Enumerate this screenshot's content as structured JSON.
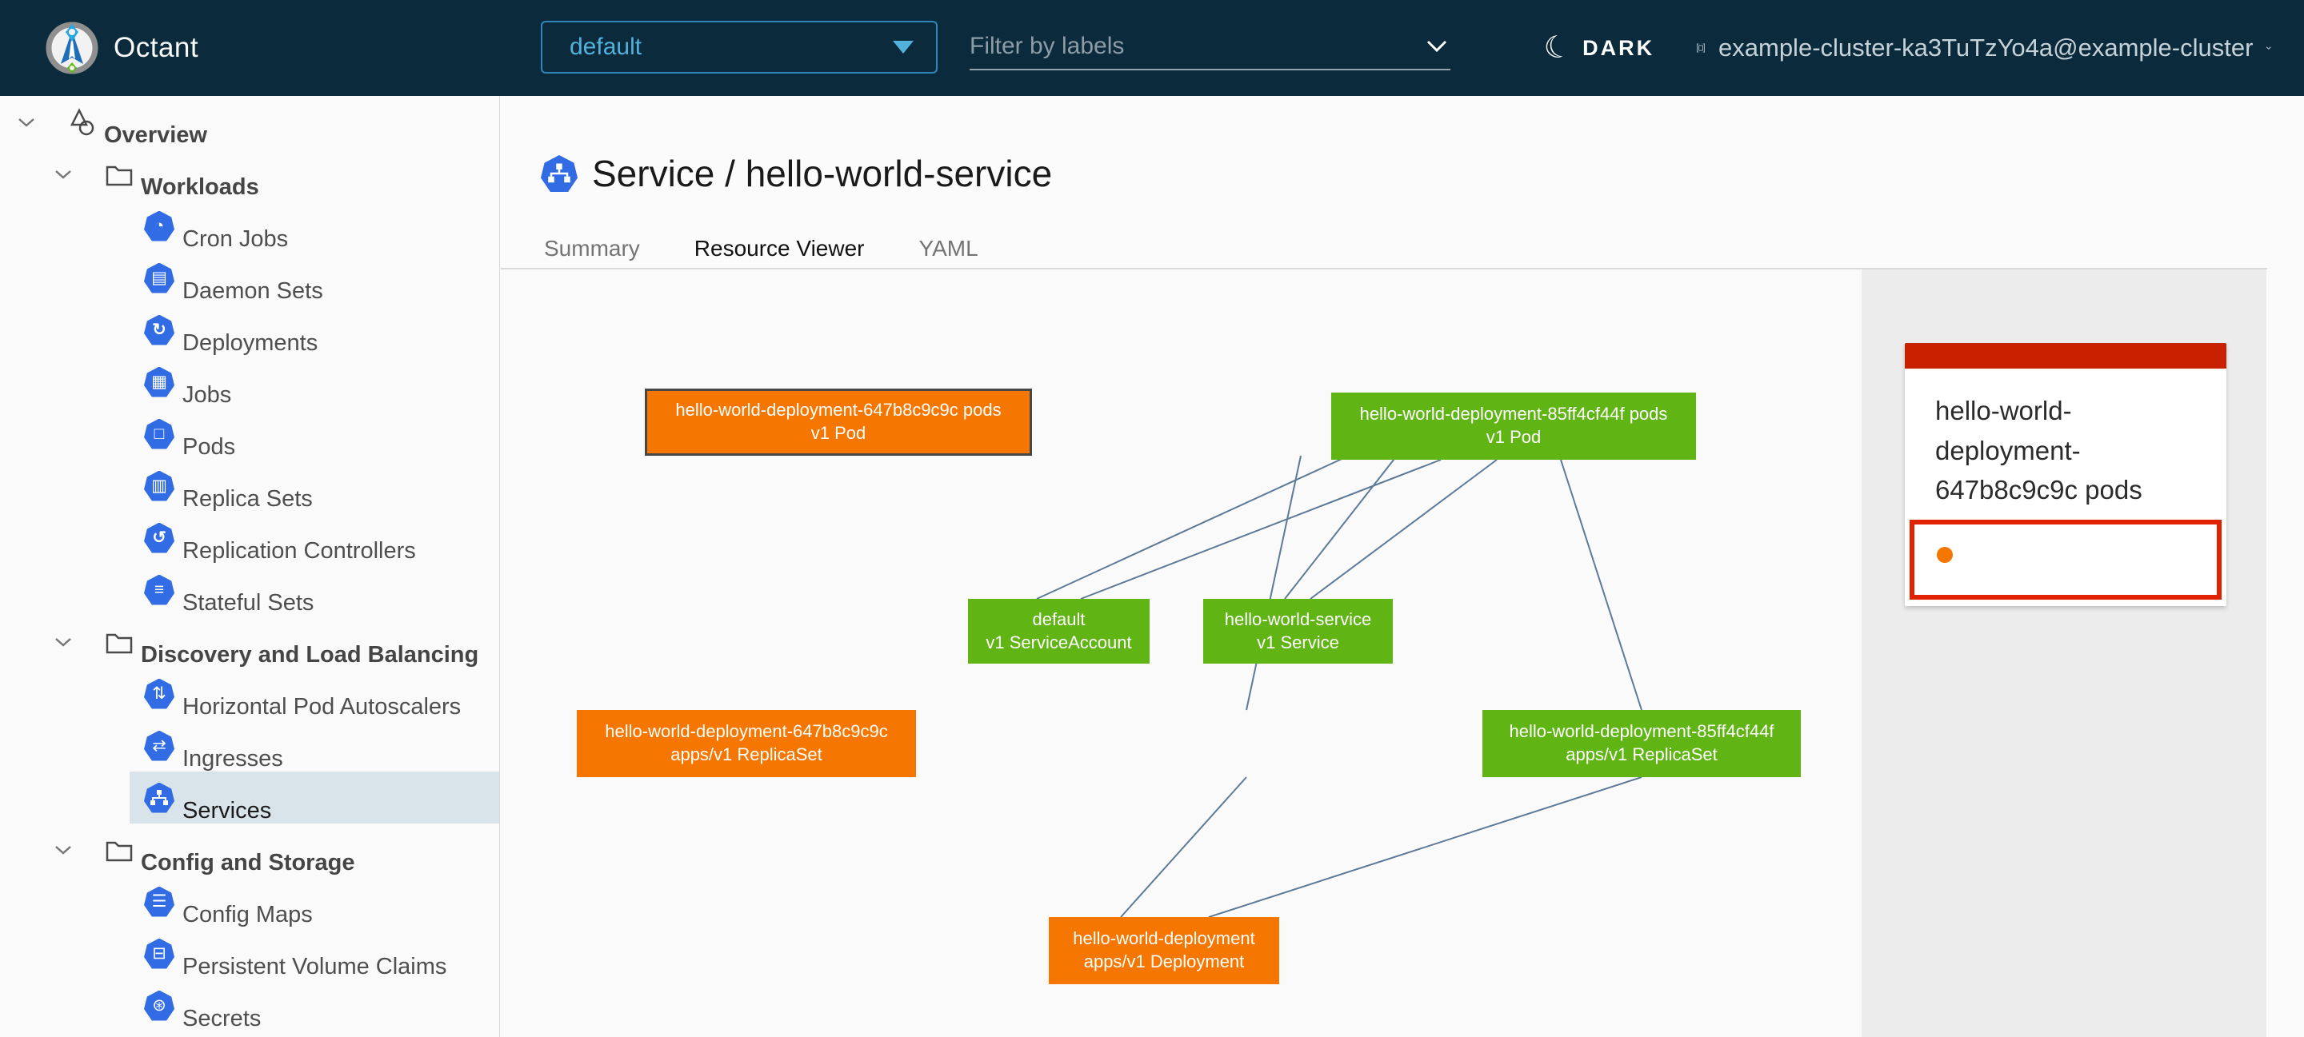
{
  "colors": {
    "header_bg": "#0b2b3c",
    "accent_blue": "#52b1dd",
    "k8s_icon_blue": "#326ce5",
    "tab_active_underline": "#2d85c4",
    "sidebar_selected_bg": "#d8e3ea",
    "node_orange": "#f57600",
    "node_green": "#60b515",
    "edge_color": "#5d7a99",
    "panel_bg": "#ececec",
    "card_accent_red": "#c92100",
    "highlight_border_red": "#e12200",
    "status_dot_orange": "#f57600"
  },
  "header": {
    "app_title": "Octant",
    "namespace_value": "default",
    "filter_placeholder": "Filter by labels",
    "theme_toggle_label": "DARK",
    "context_label": "example-cluster-ka3TuTzYo4a@example-cluster"
  },
  "sidebar": {
    "items": [
      {
        "label": "Overview",
        "icon": "objects-icon",
        "level": 0
      },
      {
        "label": "Workloads",
        "icon": "folder-icon",
        "level": 1
      },
      {
        "label": "Cron Jobs",
        "icon": "cronjob-icon",
        "level": 2
      },
      {
        "label": "Daemon Sets",
        "icon": "daemonset-icon",
        "level": 2
      },
      {
        "label": "Deployments",
        "icon": "deployment-icon",
        "level": 2
      },
      {
        "label": "Jobs",
        "icon": "job-icon",
        "level": 2
      },
      {
        "label": "Pods",
        "icon": "pod-icon",
        "level": 2
      },
      {
        "label": "Replica Sets",
        "icon": "replicaset-icon",
        "level": 2
      },
      {
        "label": "Replication Controllers",
        "icon": "replicationcontroller-icon",
        "level": 2
      },
      {
        "label": "Stateful Sets",
        "icon": "statefulset-icon",
        "level": 2
      },
      {
        "label": "Discovery and Load Balancing",
        "icon": "folder-icon",
        "level": 1
      },
      {
        "label": "Horizontal Pod Autoscalers",
        "icon": "hpa-icon",
        "level": 2
      },
      {
        "label": "Ingresses",
        "icon": "ingress-icon",
        "level": 2
      },
      {
        "label": "Services",
        "icon": "service-icon",
        "level": 2,
        "selected": true
      },
      {
        "label": "Config and Storage",
        "icon": "folder-icon",
        "level": 1
      },
      {
        "label": "Config Maps",
        "icon": "configmap-icon",
        "level": 2
      },
      {
        "label": "Persistent Volume Claims",
        "icon": "pvc-icon",
        "level": 2
      },
      {
        "label": "Secrets",
        "icon": "secret-icon",
        "level": 2
      }
    ]
  },
  "page": {
    "title": "Service / hello-world-service",
    "tabs": [
      {
        "label": "Summary",
        "active": false
      },
      {
        "label": "Resource Viewer",
        "active": true
      },
      {
        "label": "YAML",
        "active": false
      }
    ]
  },
  "graph": {
    "nodes": [
      {
        "id": "pod-647b8c9c9c",
        "line1": "hello-world-deployment-647b8c9c9c pods",
        "line2": "v1 Pod",
        "color": "#f57600",
        "selected": true
      },
      {
        "id": "pod-85ff4cf44f",
        "line1": "hello-world-deployment-85ff4cf44f pods",
        "line2": "v1 Pod",
        "color": "#60b515",
        "selected": false
      },
      {
        "id": "serviceaccount-default",
        "line1": "default",
        "line2": "v1 ServiceAccount",
        "color": "#60b515",
        "selected": false
      },
      {
        "id": "service-hello-world",
        "line1": "hello-world-service",
        "line2": "v1 Service",
        "color": "#60b515",
        "selected": false
      },
      {
        "id": "replicaset-647b8c9c9c",
        "line1": "hello-world-deployment-647b8c9c9c",
        "line2": "apps/v1 ReplicaSet",
        "color": "#f57600",
        "selected": false
      },
      {
        "id": "replicaset-85ff4cf44f",
        "line1": "hello-world-deployment-85ff4cf44f",
        "line2": "apps/v1 ReplicaSet",
        "color": "#60b515",
        "selected": false
      },
      {
        "id": "deployment-hello-world",
        "line1": "hello-world-deployment",
        "line2": "apps/v1 Deployment",
        "color": "#f57600",
        "selected": false
      }
    ],
    "edges": [
      [
        "pod-647b8c9c9c",
        "replicaset-647b8c9c9c"
      ],
      [
        "pod-647b8c9c9c",
        "serviceaccount-default"
      ],
      [
        "pod-647b8c9c9c",
        "service-hello-world"
      ],
      [
        "pod-85ff4cf44f",
        "serviceaccount-default"
      ],
      [
        "pod-85ff4cf44f",
        "service-hello-world"
      ],
      [
        "pod-85ff4cf44f",
        "replicaset-85ff4cf44f"
      ],
      [
        "replicaset-647b8c9c9c",
        "deployment-hello-world"
      ],
      [
        "replicaset-85ff4cf44f",
        "deployment-hello-world"
      ]
    ]
  },
  "panel": {
    "card_title": "hello-world-deployment-647b8c9c9c pods"
  }
}
